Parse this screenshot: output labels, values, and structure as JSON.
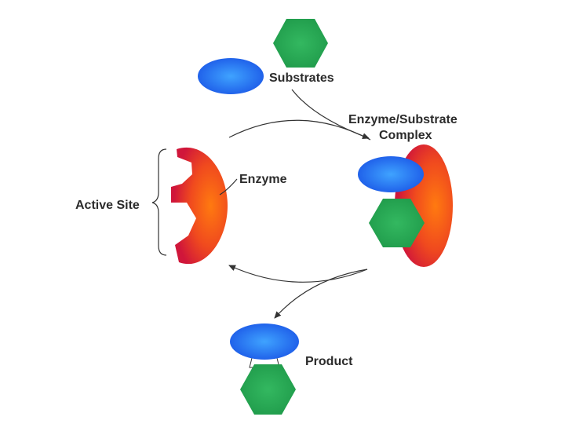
{
  "labels": {
    "substrates": "Substrates",
    "complex_line1": "Enzyme/Substrate",
    "complex_line2": "Complex",
    "enzyme": "Enzyme",
    "active_site": "Active Site",
    "product": "Product"
  },
  "colors": {
    "substrate_blue": "#1a55e6",
    "substrate_blue_light": "#3fa3ff",
    "substrate_green": "#1f9a4a",
    "substrate_green_light": "#33b860",
    "enzyme_red": "#d0163a",
    "enzyme_orange": "#ff7a10",
    "arrow": "#333333"
  },
  "icons": {
    "substrate_oval": "blue-oval-icon",
    "substrate_hexagon": "green-hexagon-icon",
    "enzyme": "enzyme-shape-icon"
  }
}
